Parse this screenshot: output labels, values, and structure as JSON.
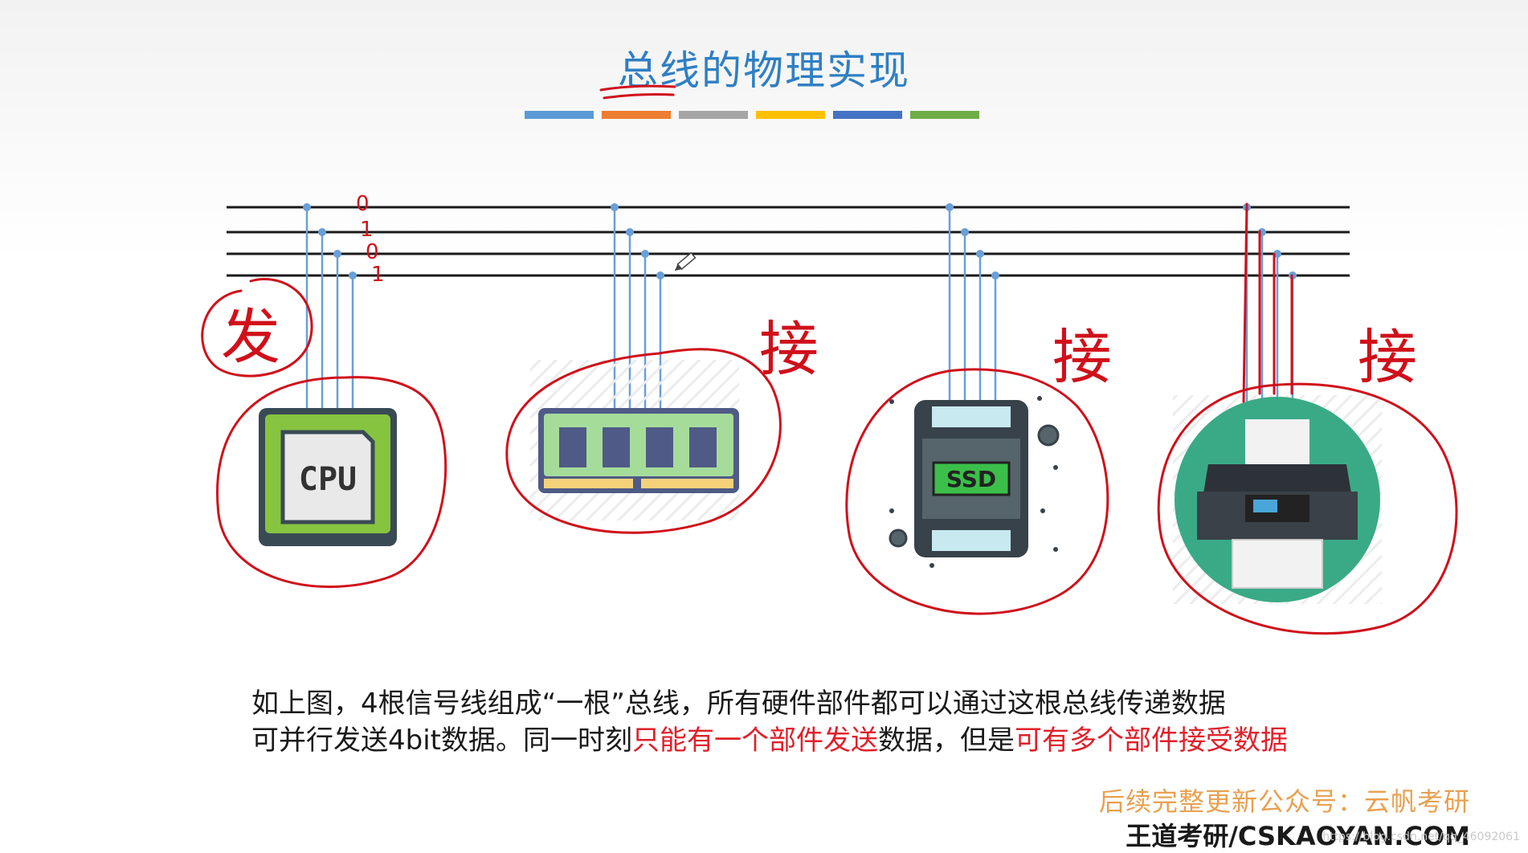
{
  "title": "总线的物理实现",
  "color_bar": [
    "#5b9bd5",
    "#ed7d31",
    "#a5a5a5",
    "#ffc000",
    "#4472c4",
    "#70ad47"
  ],
  "components": [
    {
      "name": "CPU",
      "label": "CPU",
      "annotation": "发"
    },
    {
      "name": "memory",
      "label": "",
      "annotation": "接"
    },
    {
      "name": "ssd",
      "label": "SSD",
      "annotation": "接"
    },
    {
      "name": "printer",
      "label": "",
      "annotation": "接"
    }
  ],
  "handwritten_bits": [
    "0",
    "1",
    "0",
    "1"
  ],
  "caption": {
    "line1": "如上图，4根信号线组成“一根”总线，所有硬件部件都可以通过这根总线传递数据",
    "line2_a": "可并行发送4bit数据。同一时刻",
    "line2_b": "只能有一个部件发送",
    "line2_c": "数据，但是",
    "line2_d": "可有多个部件接受数据"
  },
  "footer": {
    "line1": "后续完整更新公众号：云帆考研",
    "line2": "王道考研/CSKAOYAN.COM"
  },
  "watermark": "https://blog.csdn.net/qq_46092061",
  "colors": {
    "title": "#2f7fc4",
    "bus_line": "#1a1a1a",
    "tap_line": "#6a9fd8",
    "annotation": "#d0101a",
    "highlight_text": "#e0202a",
    "footer_line1": "#e8a050"
  }
}
